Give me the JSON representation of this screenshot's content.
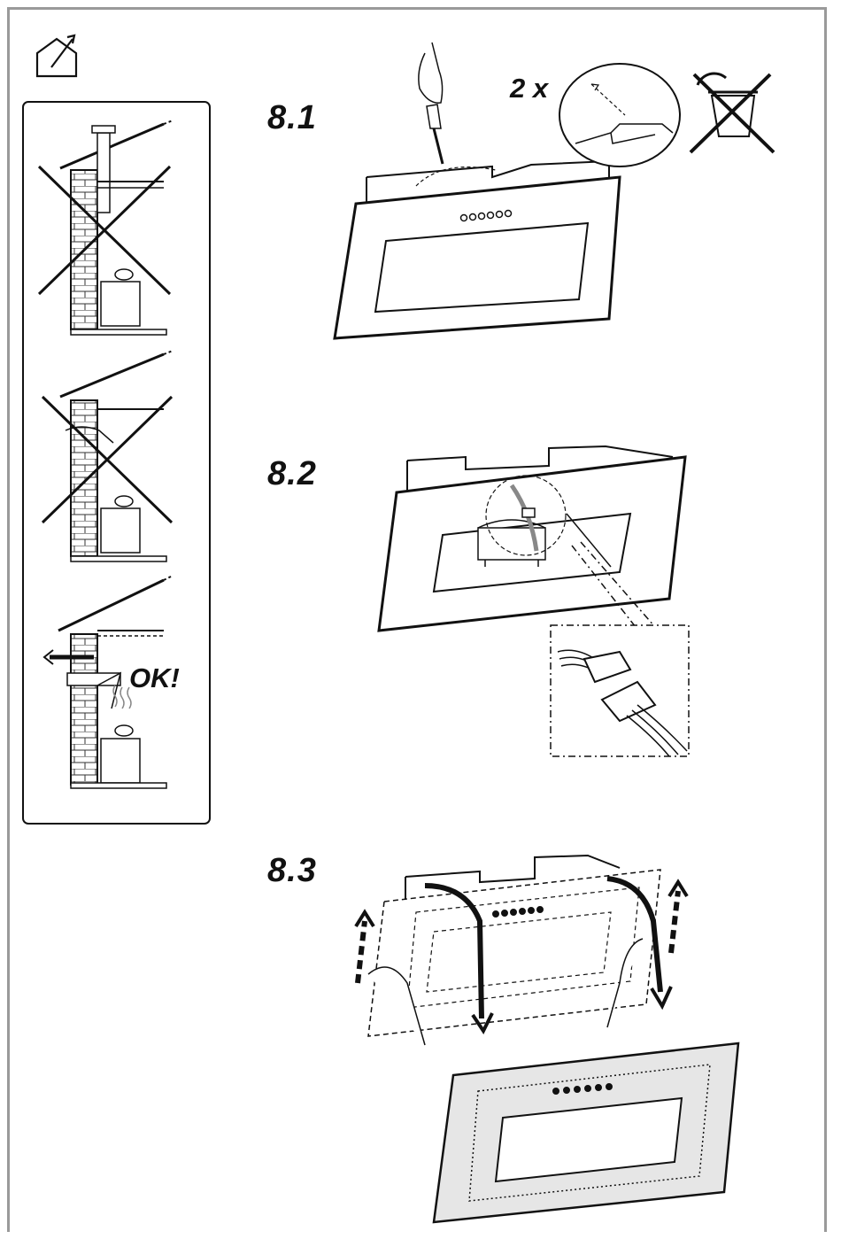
{
  "steps": [
    {
      "label": "8.1"
    },
    {
      "label": "8.2"
    },
    {
      "label": "8.3"
    }
  ],
  "quantity_label": "2 x",
  "ok_label": "OK!",
  "icons": {
    "house": "house-vent-icon",
    "no_waste": "crossed-out-bin-icon"
  },
  "colors": {
    "line": "#111111",
    "frame": "#9a9a9a",
    "panel_fill": "#e6e6e6"
  }
}
